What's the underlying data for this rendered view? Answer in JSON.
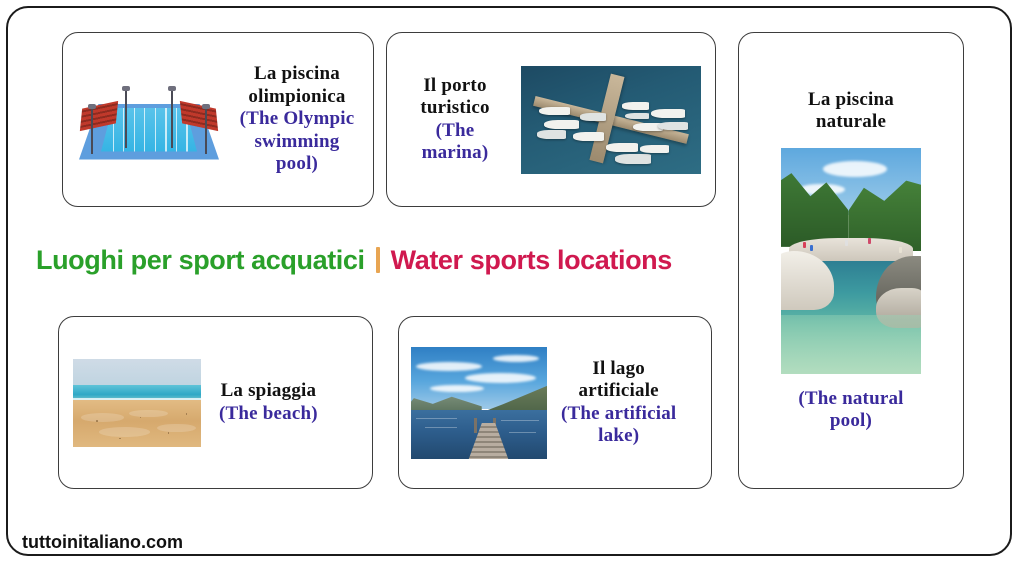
{
  "heading": {
    "italian": "Luoghi per sport acquatici",
    "separator": "|",
    "english": "Water sports locations",
    "italian_color": "#2aa02a",
    "english_color": "#d0194f",
    "separator_color": "#e8a552"
  },
  "footer": {
    "watermark": "tuttoinitaliano.com"
  },
  "colors": {
    "term_color": "#111111",
    "translation_color": "#3a2a9c",
    "card_border": "#3d3d3d",
    "frame_border": "#1b1b1b",
    "background": "#ffffff"
  },
  "cards": [
    {
      "id": "olympic-pool",
      "term_line1": "La piscina",
      "term_line2": "olimpionica",
      "translation_line1": "(The Olympic",
      "translation_line2": "swimming pool)",
      "image": "olympic-swimming-pool-clipart",
      "image_position": "left"
    },
    {
      "id": "marina",
      "term_line1": "Il porto",
      "term_line2": "turistico",
      "translation_line1": "(The marina)",
      "translation_line2": "",
      "image": "marina-aerial-photo",
      "image_position": "right"
    },
    {
      "id": "natural-pool",
      "term_line1": "La piscina",
      "term_line2": "naturale",
      "translation_line1": "(The natural",
      "translation_line2": "pool)",
      "image": "natural-rock-pool-photo",
      "image_position": "center"
    },
    {
      "id": "beach",
      "term_line1": "La spiaggia",
      "term_line2": "",
      "translation_line1": "(The beach)",
      "translation_line2": "",
      "image": "sandy-beach-photo",
      "image_position": "left"
    },
    {
      "id": "artificial-lake",
      "term_line1": "Il lago",
      "term_line2": "artificiale",
      "translation_line1": "(The artificial",
      "translation_line2": "lake)",
      "image": "lake-with-jetty-photo",
      "image_position": "left"
    }
  ]
}
